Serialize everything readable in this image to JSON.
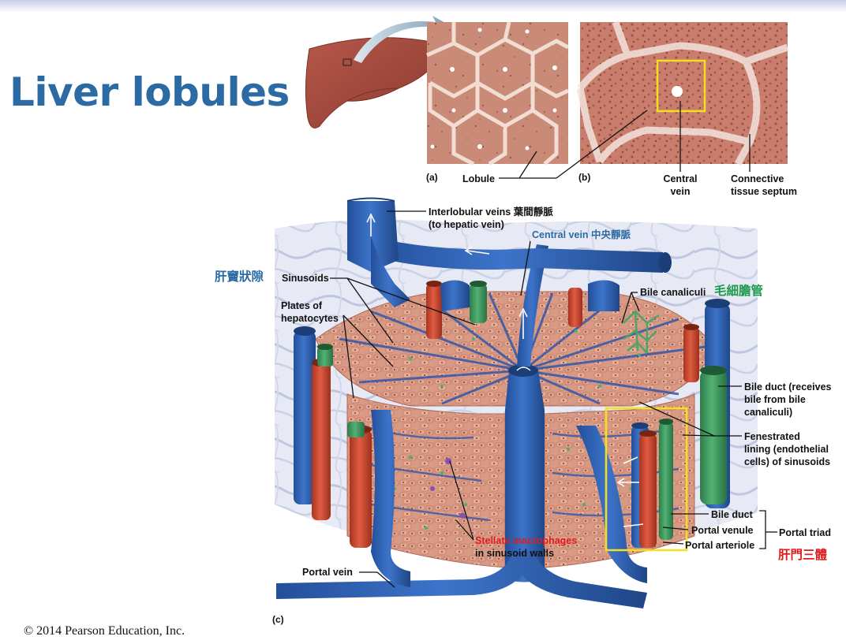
{
  "title": "Liver lobules",
  "copyright": "© 2014 Pearson Education, Inc.",
  "panel_labels": {
    "a": "(a)",
    "b": "(b)",
    "c": "(c)"
  },
  "top_labels": {
    "lobule": "Lobule",
    "central_vein": [
      "Central",
      "vein"
    ],
    "connective": [
      "Connective",
      "tissue septum"
    ]
  },
  "diagram_labels": {
    "interlobular_veins": [
      "Interlobular veins",
      "(to hepatic vein)"
    ],
    "interlobular_veins_zh": "葉間靜脈",
    "central_vein": "Central vein",
    "central_vein_zh": "中央靜脈",
    "sinusoids_zh": "肝竇狀隙",
    "sinusoids": "Sinusoids",
    "plates": [
      "Plates of",
      "hepatocytes"
    ],
    "bile_canaliculi": "Bile canaliculi",
    "bile_canaliculi_zh": "毛細膽管",
    "bile_duct_receives": [
      "Bile duct (receives",
      "bile from bile",
      "canaliculi)"
    ],
    "fenestrated": [
      "Fenestrated",
      "lining (endothelial",
      "cells) of sinusoids"
    ],
    "bile_duct": "Bile duct",
    "portal_venule": "Portal venule",
    "portal_arteriole": "Portal arteriole",
    "portal_triad": "Portal triad",
    "portal_triad_zh": "肝門三體",
    "stellate": [
      "Stellate macrophages",
      "in sinusoid walls"
    ],
    "portal_vein": "Portal vein"
  },
  "colors": {
    "title": "#2b6aa3",
    "vein_blue": "#2f63b8",
    "artery_red": "#c8442f",
    "bile_green": "#3a9a5c",
    "tissue": "#c9806c",
    "highlight_box": "#f2e11e",
    "zh_blue": "#2b6aa3",
    "zh_green": "#1f9a4d",
    "zh_red": "#e01b1b"
  }
}
